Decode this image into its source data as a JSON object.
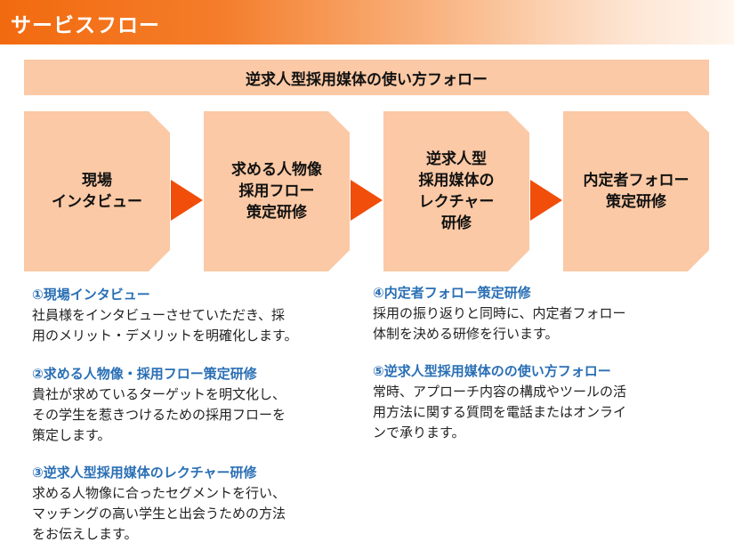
{
  "header": {
    "title": "サービスフロー"
  },
  "banner": {
    "text": "逆求人型採用媒体の使い方フォロー"
  },
  "flow": {
    "steps": [
      {
        "lines": [
          "現場",
          "インタビュー"
        ]
      },
      {
        "lines": [
          "求める人物像",
          "採用フロー",
          "策定研修"
        ]
      },
      {
        "lines": [
          "逆求人型",
          "採用媒体の",
          "レクチャー",
          "研修"
        ]
      },
      {
        "lines": [
          "内定者フォロー",
          "策定研修"
        ]
      }
    ],
    "box_color": "#fbc9a5",
    "arrow_color": "#f04e0a"
  },
  "descriptions": [
    {
      "title": "①現場インタビュー",
      "lines": [
        "社員様をインタビューさせていただき、採",
        "用のメリット・デメリットを明確化します。"
      ]
    },
    {
      "title": "②求める人物像・採用フロー策定研修",
      "lines": [
        "貴社が求めているターゲットを明文化し、",
        "その学生を惹きつけるための採用フローを",
        "策定します。"
      ]
    },
    {
      "title": "③逆求人型採用媒体のレクチャー研修",
      "lines": [
        "求める人物像に合ったセグメントを行い、",
        "マッチングの高い学生と出会うための方法",
        "をお伝えします。"
      ]
    },
    {
      "title": "④内定者フォロー策定研修",
      "lines": [
        "採用の振り返りと同時に、内定者フォロー",
        "体制を決める研修を行います。"
      ]
    },
    {
      "title": "⑤逆求人型採用媒体のの使い方フォロー",
      "lines": [
        "常時、アプローチ内容の構成やツールの活",
        "用方法に関する質問を電話またはオンライ",
        "ンで承ります。"
      ]
    }
  ]
}
